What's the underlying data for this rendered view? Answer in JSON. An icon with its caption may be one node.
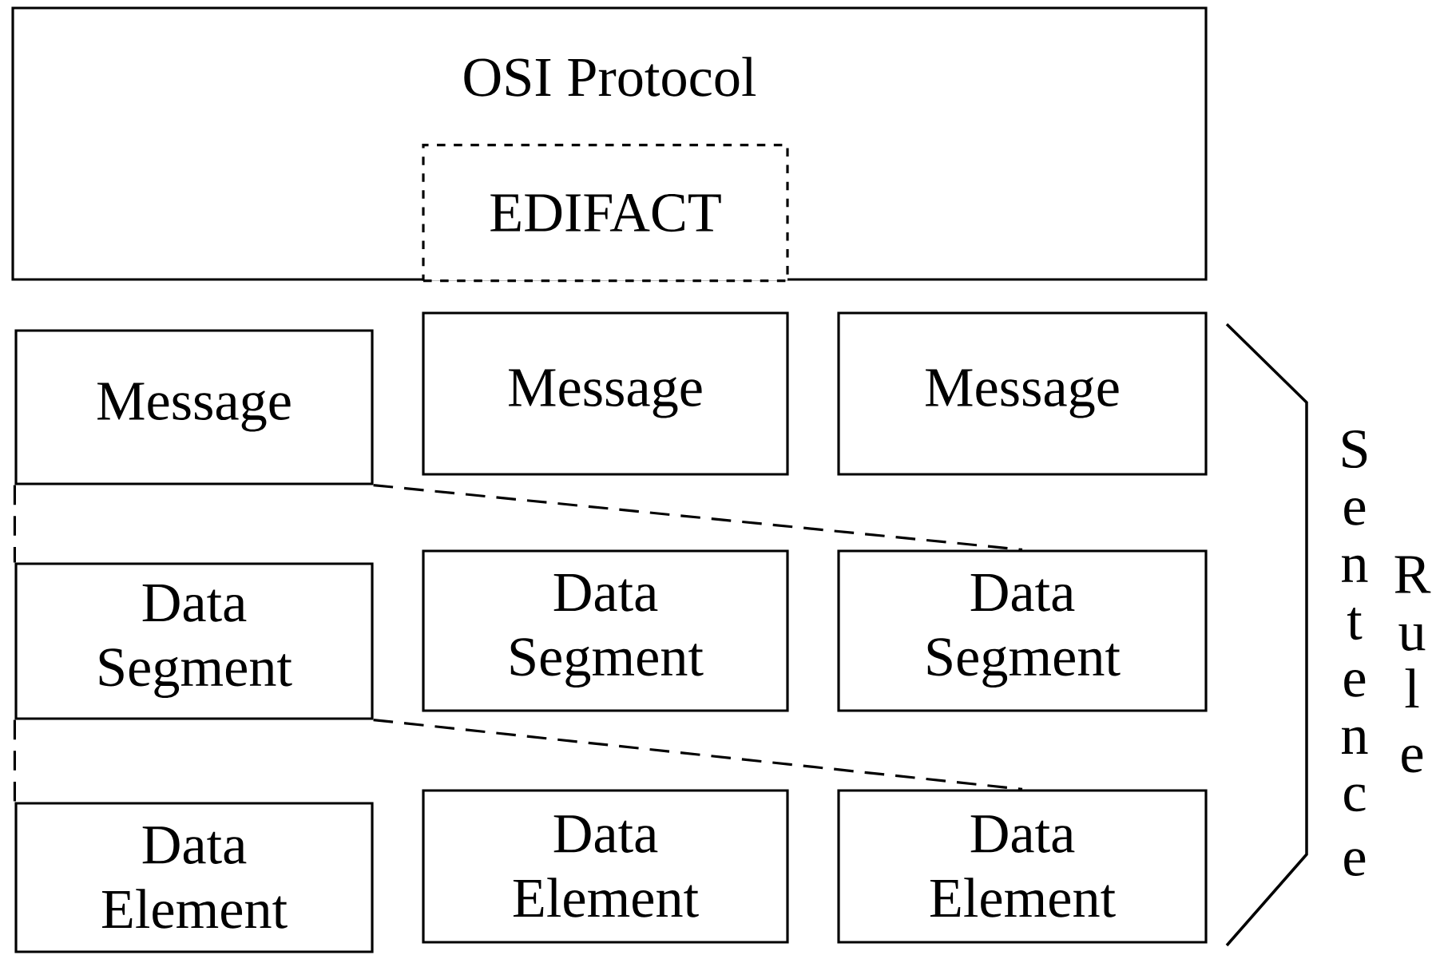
{
  "diagram": {
    "nodes": [
      {
        "text": [
          "OSI Protocol"
        ]
      },
      {
        "text": [
          "EDIFACT"
        ],
        "in": 0
      },
      {
        "text": [
          "Message"
        ]
      },
      {
        "text": [
          "Message"
        ]
      },
      {
        "text": [
          "Message"
        ]
      },
      {
        "text": [
          "Data Segment"
        ]
      },
      {
        "text": [
          "Data Segment"
        ]
      },
      {
        "text": [
          "Data Segment"
        ]
      },
      {
        "text": [
          "Data Element"
        ]
      },
      {
        "text": [
          "Data Element"
        ]
      },
      {
        "text": [
          "Data Element"
        ]
      }
    ],
    "edges": [
      {
        "from": 2,
        "to": 7,
        "arrow": "none",
        "style": "dashed"
      },
      {
        "from": 5,
        "to": 10,
        "arrow": "none",
        "style": "dashed"
      },
      {
        "from": 2,
        "to": 5,
        "arrow": "none",
        "style": "dashed"
      },
      {
        "from": 5,
        "to": 8,
        "arrow": "none",
        "style": "dashed"
      }
    ],
    "labels": [
      "Sentence",
      "Rule"
    ]
  }
}
